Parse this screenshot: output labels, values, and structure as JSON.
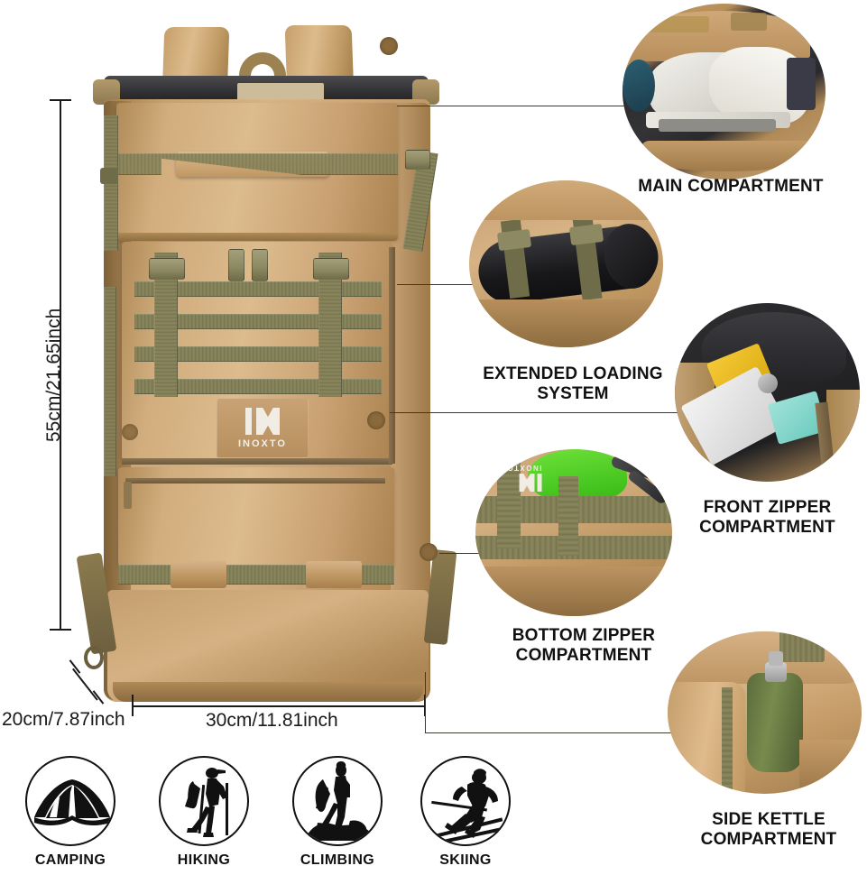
{
  "product": {
    "brand": "INOXTO",
    "logo_icon": "ix-monogram-icon"
  },
  "dimensions": {
    "height": "55cm/21.65inch",
    "depth": "20cm/7.87inch",
    "width": "30cm/11.81inch"
  },
  "callouts": [
    {
      "id": "main-compartment",
      "label": "MAIN COMPARTMENT",
      "photo": "open-main-compartment-packed-with-clothes"
    },
    {
      "id": "extended-loading-system",
      "label": "EXTENDED LOADING SYSTEM",
      "photo": "rolled-sleeping-mat-strapped-to-molle-webbing"
    },
    {
      "id": "front-zipper-compartment",
      "label": "FRONT ZIPPER COMPARTMENT",
      "photo": "front-pocket-with-notebook-phone-and-flashlight"
    },
    {
      "id": "bottom-zipper-compartment",
      "label": "BOTTOM ZIPPER COMPARTMENT",
      "photo": "bottom-pocket-with-green-stuff-sack"
    },
    {
      "id": "side-kettle-compartment",
      "label": "SIDE KETTLE COMPARTMENT",
      "photo": "side-pocket-holding-green-water-bottle"
    }
  ],
  "activities": [
    {
      "id": "camping",
      "label": "CAMPING",
      "icon": "tent-icon"
    },
    {
      "id": "hiking",
      "label": "HIKING",
      "icon": "hiker-with-trekking-poles-icon"
    },
    {
      "id": "climbing",
      "label": "CLIMBING",
      "icon": "climber-on-rock-icon"
    },
    {
      "id": "skiing",
      "label": "SKIING",
      "icon": "skier-icon"
    }
  ],
  "colors": {
    "bag_tan": "#cba67a",
    "webbing_olive": "#7d7a52",
    "dot_brown": "#8a6a3c",
    "leader_line": "#3c3a2e",
    "text_black": "#111111",
    "background": "#ffffff"
  }
}
